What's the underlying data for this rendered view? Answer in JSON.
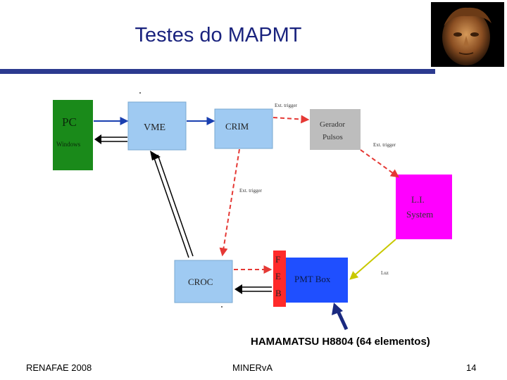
{
  "slide": {
    "title": "Testes do MAPMT",
    "caption": "HAMAMATSU H8804 (64 elementos)",
    "footer_left": "RENAFAE 2008",
    "footer_center": "MINERvA",
    "page_number": "14"
  },
  "diagram": {
    "boxes": {
      "pc": {
        "label": "PC",
        "sublabel": "Windows",
        "color": "#1a8a1a"
      },
      "vme": {
        "label": "VME",
        "color": "#9fcaf2"
      },
      "crim": {
        "label": "CRIM",
        "color": "#9fcaf2"
      },
      "gerador": {
        "label_line1": "Gerador",
        "label_line2": "Pulsos",
        "color": "#bdbdbd"
      },
      "li": {
        "label_line1": "L.I.",
        "label_line2": "System",
        "color": "#ff00ff"
      },
      "croc": {
        "label": "CROC",
        "color": "#9fcaf2"
      },
      "feb": {
        "label_f": "F",
        "label_e": "E",
        "label_b": "B",
        "color": "#ff2a2a"
      },
      "pmt": {
        "label": "PMT Box",
        "color": "#1f4fff"
      }
    },
    "arrow_labels": {
      "crim_to_gerador": "Ext. trigger",
      "gerador_to_li": "Ext. trigger",
      "crim_to_feb": "Ext. trigger",
      "li_to_pmt": "Luz"
    },
    "colors": {
      "trigger": "#e53935",
      "light": "#c8c800",
      "pc_vme": "#1a3fb0",
      "pointer": "#1a2a80"
    }
  }
}
